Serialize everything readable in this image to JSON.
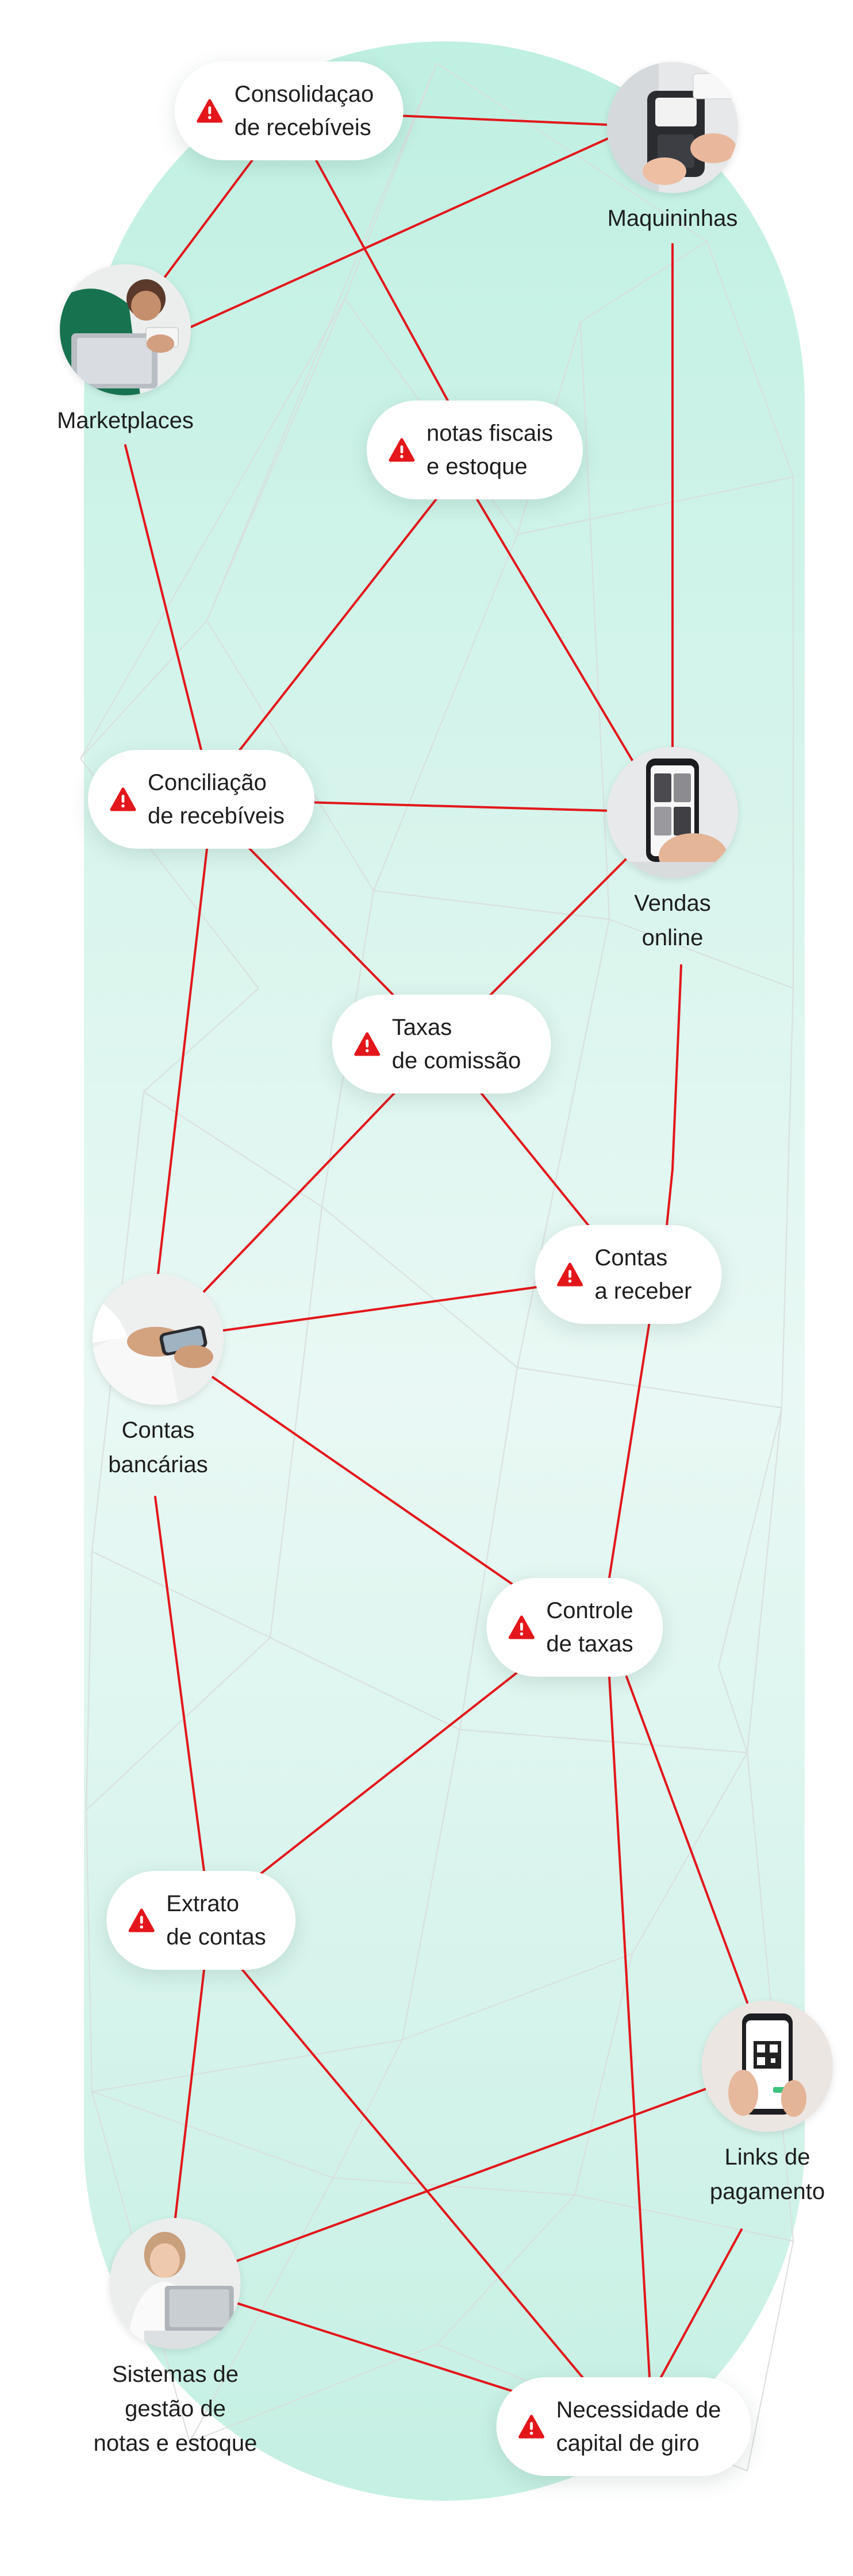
{
  "colors": {
    "background": "#ffffff",
    "capsule": "#ccf3e8",
    "connection_line": "#e3171b",
    "mesh_line": "#d9dedd",
    "warning": "#e3171b",
    "text": "#1e1e1e"
  },
  "problems": [
    {
      "id": "consolidacao",
      "lines": [
        "Consolidaçao",
        "de recebíveis"
      ]
    },
    {
      "id": "notas",
      "lines": [
        "notas fiscais",
        "e estoque"
      ]
    },
    {
      "id": "conciliacao",
      "lines": [
        "Conciliação",
        "de recebíveis"
      ]
    },
    {
      "id": "taxas_comissao",
      "lines": [
        "Taxas",
        "de comissão"
      ]
    },
    {
      "id": "contas_receber",
      "lines": [
        "Contas",
        "a receber"
      ]
    },
    {
      "id": "controle_taxas",
      "lines": [
        "Controle",
        "de taxas"
      ]
    },
    {
      "id": "extrato",
      "lines": [
        "Extrato",
        "de contas"
      ]
    },
    {
      "id": "capital_giro",
      "lines": [
        "Necessidade de",
        "capital de giro"
      ]
    }
  ],
  "sources": [
    {
      "id": "maquininhas",
      "lines": [
        "Maquininhas"
      ],
      "icon": "card-machine-photo"
    },
    {
      "id": "marketplaces",
      "lines": [
        "Marketplaces"
      ],
      "icon": "laptop-card-photo"
    },
    {
      "id": "vendas_online",
      "lines": [
        "Vendas",
        "online"
      ],
      "icon": "phone-shop-photo"
    },
    {
      "id": "contas_bancarias",
      "lines": [
        "Contas",
        "bancárias"
      ],
      "icon": "phone-hands-photo"
    },
    {
      "id": "links_pagamento",
      "lines": [
        "Links de",
        "pagamento"
      ],
      "icon": "qr-phone-photo"
    },
    {
      "id": "sistemas_gestao",
      "lines": [
        "Sistemas de",
        "gestão de",
        "notas e estoque"
      ],
      "icon": "woman-laptop-photo"
    }
  ],
  "connections": [
    [
      "consolidacao",
      "maquininhas"
    ],
    [
      "consolidacao",
      "marketplaces"
    ],
    [
      "consolidacao",
      "notas"
    ],
    [
      "maquininhas",
      "marketplaces"
    ],
    [
      "maquininhas",
      "vendas_online"
    ],
    [
      "marketplaces",
      "conciliacao"
    ],
    [
      "notas",
      "conciliacao"
    ],
    [
      "notas",
      "vendas_online"
    ],
    [
      "conciliacao",
      "vendas_online"
    ],
    [
      "conciliacao",
      "taxas_comissao"
    ],
    [
      "conciliacao",
      "contas_bancarias"
    ],
    [
      "vendas_online",
      "taxas_comissao"
    ],
    [
      "vendas_online",
      "contas_receber"
    ],
    [
      "taxas_comissao",
      "contas_receber"
    ],
    [
      "taxas_comissao",
      "contas_bancarias"
    ],
    [
      "contas_receber",
      "contas_bancarias"
    ],
    [
      "contas_receber",
      "controle_taxas"
    ],
    [
      "contas_bancarias",
      "controle_taxas"
    ],
    [
      "contas_bancarias",
      "extrato"
    ],
    [
      "controle_taxas",
      "extrato"
    ],
    [
      "controle_taxas",
      "links_pagamento"
    ],
    [
      "controle_taxas",
      "capital_giro"
    ],
    [
      "extrato",
      "sistemas_gestao"
    ],
    [
      "extrato",
      "capital_giro"
    ],
    [
      "links_pagamento",
      "sistemas_gestao"
    ],
    [
      "links_pagamento",
      "capital_giro"
    ],
    [
      "sistemas_gestao",
      "capital_giro"
    ]
  ]
}
